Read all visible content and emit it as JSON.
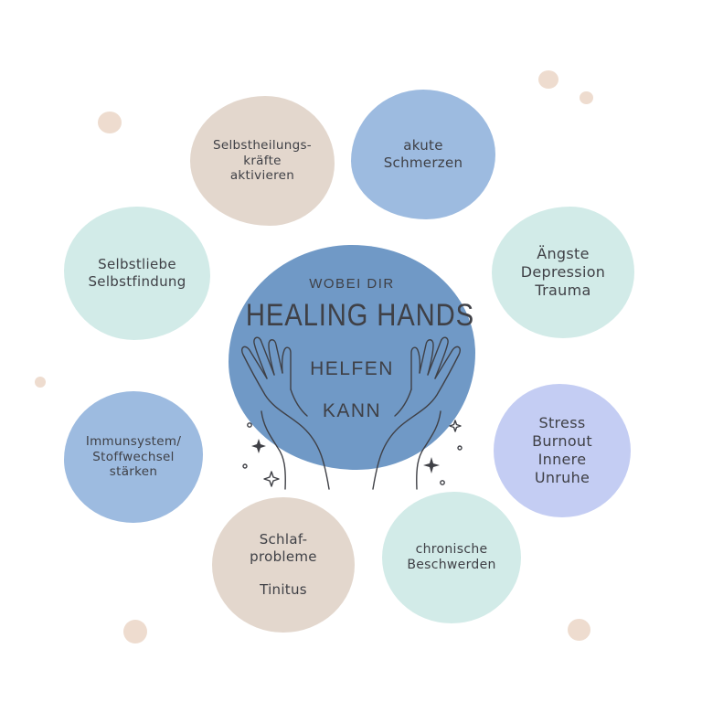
{
  "center": {
    "line1": "WOBEI DIR",
    "line2": "HEALING HANDS",
    "line3": "HELFEN",
    "line4": "KANN"
  },
  "topics": {
    "self_healing": [
      "Selbstheilungs-",
      "kräfte",
      "aktivieren"
    ],
    "acute_pain": [
      "akute",
      "Schmerzen"
    ],
    "self_love": [
      "Selbstliebe",
      "Selbstfindung"
    ],
    "fears": [
      "Ängste",
      "Depression",
      "Trauma"
    ],
    "immune": [
      "Immunsystem/",
      "Stoffwechsel",
      "stärken"
    ],
    "stress": [
      "Stress",
      "Burnout",
      "Innere",
      "Unruhe"
    ],
    "sleep": [
      "Schlaf-",
      "probleme",
      "",
      "Tinitus"
    ],
    "chronic": [
      "chronische",
      "Beschwerden"
    ]
  },
  "colors": {
    "beige": "#e3d7cd",
    "blue": "#9dbbe0",
    "mint": "#d2ebe8",
    "lavender": "#c4cdf3",
    "center_blue": "#7099c6",
    "text": "#3f4046"
  },
  "icons": [
    "open-hands-icon",
    "sparkle-icon",
    "dot-decoration"
  ]
}
